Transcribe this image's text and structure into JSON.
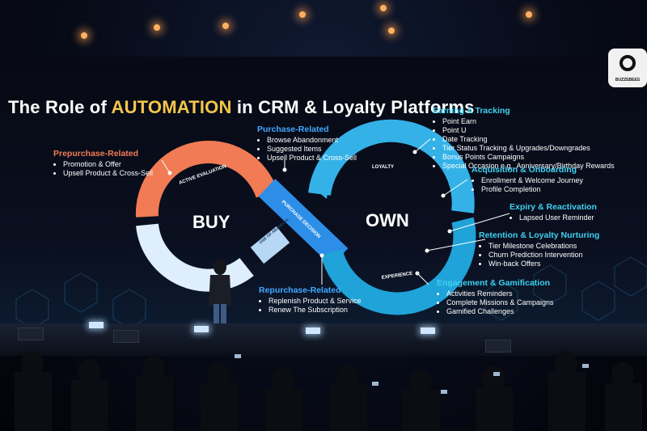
{
  "slide": {
    "title_prefix": "The Role of ",
    "title_highlight": "AUTOMATION",
    "title_suffix": " in CRM & Loyalty Platforms",
    "logo_text": "BUZZEBEES",
    "center_left": "BUY",
    "center_right": "OWN",
    "arc_labels": {
      "active_evaluation": "ACTIVE EVALUATION",
      "purchase_decision": "PURCHASE DECISION",
      "one_of_abandon": "ONE OF ABANDON",
      "loyalty": "LOYALTY",
      "experience": "EXPERIENCE"
    },
    "prepurchase": {
      "heading": "Prepurchase-Related",
      "items": [
        "Promotion & Offer",
        "Upsell Product & Cross-Sell"
      ]
    },
    "purchase": {
      "heading": "Purchase-Related",
      "items": [
        "Browse Abandonment",
        "Suggested Items",
        "Upsell Product & Cross-Sell"
      ]
    },
    "repurchase": {
      "heading": "Repurchase-Related",
      "items": [
        "Replenish Product & Service",
        "Renew The Subscription"
      ]
    },
    "earning": {
      "heading": "Earning & Tracking",
      "items": [
        "Point Earn",
        "Point U",
        "Date Tracking",
        "Tier Status Tracking & Upgrades/Downgrades",
        "Bonus Points Campaigns",
        "Special Occasion e.g., Anniversary/Birthday Rewards"
      ]
    },
    "acquisition": {
      "heading": "Acquisition & Onboarding",
      "items": [
        "Enrollment & Welcome Journey",
        "Profile Completion"
      ]
    },
    "expiry": {
      "heading": "Expiry & Reactivation",
      "items": [
        "Lapsed User Reminder"
      ]
    },
    "retention": {
      "heading": "Retention & Loyalty Nurturing",
      "items": [
        "Tier Milestone Celebrations",
        "Churn Prediction Intervention",
        "Win-back Offers"
      ]
    },
    "engagement": {
      "heading": "Engagement & Gamification",
      "items": [
        "Activities Reminders",
        "Complete Missions & Campaigns",
        "Gamified Challenges"
      ]
    }
  },
  "colors": {
    "orange": "#f07b55",
    "blue": "#41a9ff",
    "cyan": "#3fd0f0",
    "highlight": "#f4c64a"
  }
}
